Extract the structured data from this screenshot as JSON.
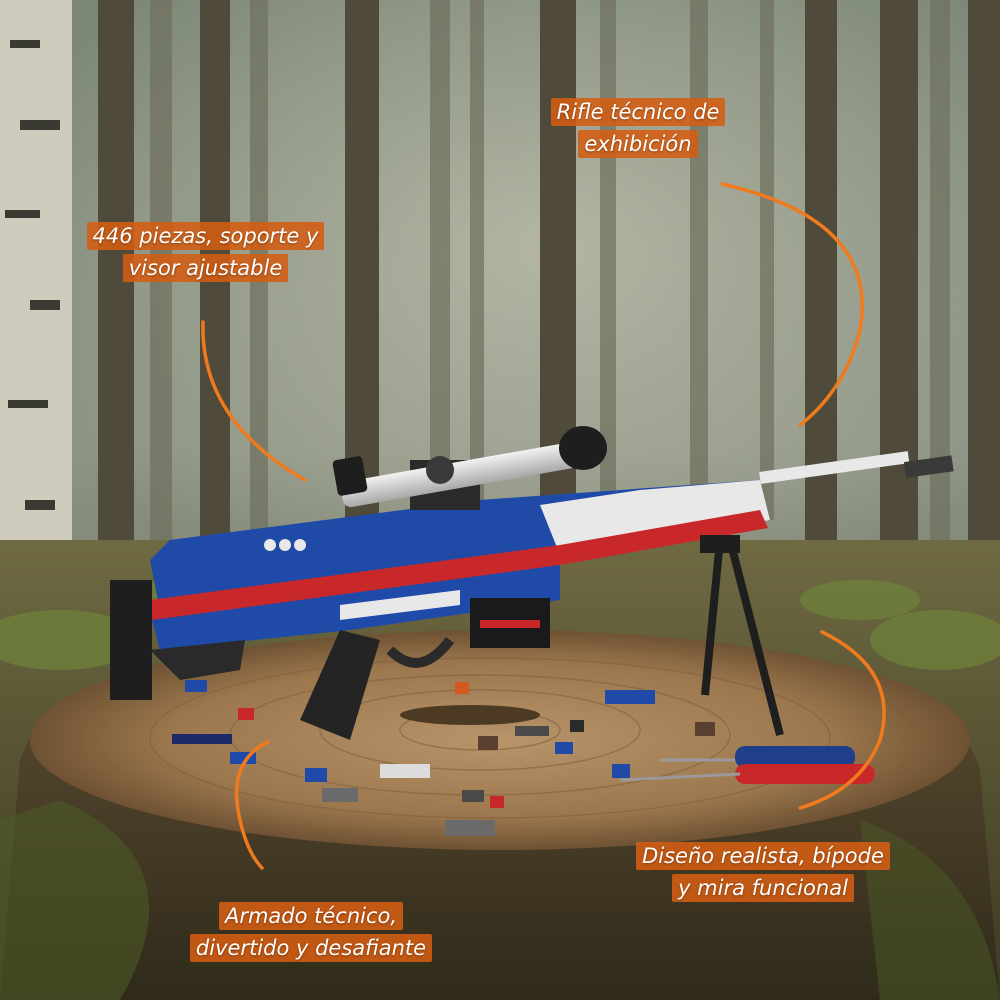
{
  "colors": {
    "callout_bg": "#d45d12",
    "callout_line": "#f07a1e",
    "callout_text": "#ffffff",
    "rifle_blue": "#1f4aa8",
    "rifle_red": "#c8282a",
    "rifle_white": "#e8e8e8"
  },
  "callouts": {
    "rifle": {
      "line1": "Rifle técnico de",
      "line2": "exhibición"
    },
    "pieces": {
      "line1": "446 piezas, soporte y",
      "line2": "visor ajustable"
    },
    "design": {
      "line1": "Diseño realista, bípode",
      "line2": "y mira funcional"
    },
    "assembly": {
      "line1": "Armado técnico,",
      "line2": "divertido y desafiante"
    }
  }
}
